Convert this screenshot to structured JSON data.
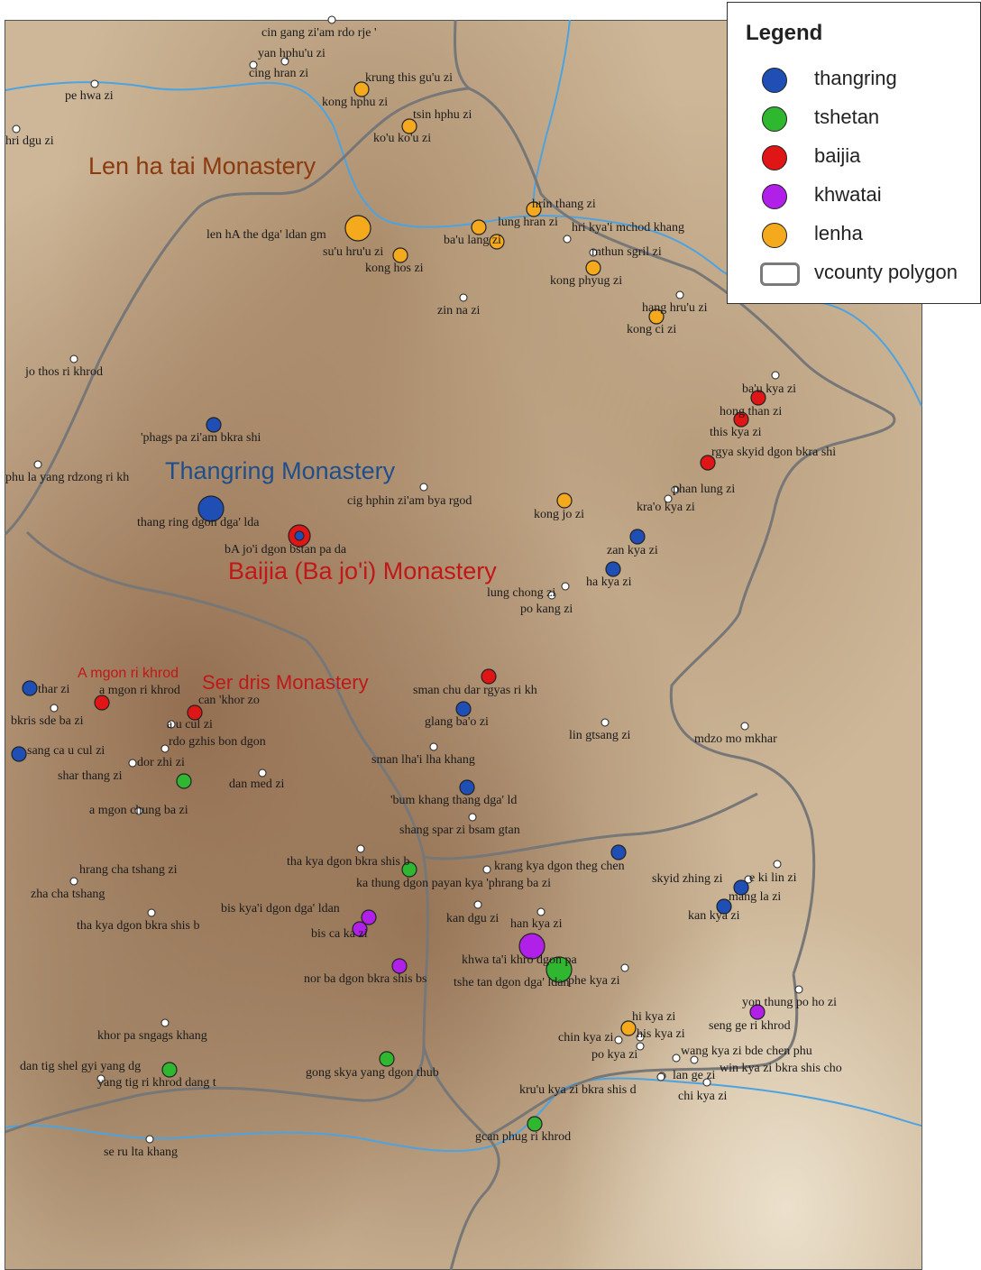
{
  "legend": {
    "title": "Legend",
    "items": [
      {
        "label": "thangring",
        "color": "#1f4fb5"
      },
      {
        "label": "tshetan",
        "color": "#2fb82f"
      },
      {
        "label": "baijia",
        "color": "#e01515"
      },
      {
        "label": "khwatai",
        "color": "#b020e8"
      },
      {
        "label": "lenha",
        "color": "#f5a91c"
      },
      {
        "label": "vcounty polygon",
        "color": "#7a7a7a"
      }
    ]
  },
  "colors": {
    "thangring": "#1f4fb5",
    "tshetan": "#2fb82f",
    "baijia": "#e01515",
    "khwatai": "#b020e8",
    "lenha": "#f5a91c",
    "minor": "#ffffff",
    "river": "#4da3e0",
    "boundary": "#777777",
    "lenha_title": "#8b3a10",
    "thangring_title": "#1f4f8a",
    "baijia_title": "#c01818"
  },
  "monasteries": [
    {
      "label": "Len ha tai Monastery"
    },
    {
      "label": "Thangring Monastery"
    },
    {
      "label": "Baijia (Ba jo'i) Monastery"
    },
    {
      "label": "Ser dris Monastery"
    },
    {
      "label": "A mgon ri khrod"
    }
  ],
  "sites": [
    {
      "label": "cin gang zi'am rdo rje '",
      "group": "minor"
    },
    {
      "label": "yan hphu'u zi",
      "group": "minor"
    },
    {
      "label": "cing hran zi",
      "group": "minor"
    },
    {
      "label": "krung this gu'u zi",
      "group": "lenha"
    },
    {
      "label": "kong hphu zi",
      "group": "lenha"
    },
    {
      "label": "pe hwa zi",
      "group": "minor"
    },
    {
      "label": "tsin hphu zi",
      "group": "lenha"
    },
    {
      "label": "ko'u ko'u zi",
      "group": "lenha"
    },
    {
      "label": "hri dgu zi",
      "group": "minor"
    },
    {
      "label": "hrin thang zi",
      "group": "lenha"
    },
    {
      "label": "lung hran zi",
      "group": "lenha"
    },
    {
      "label": "hri kya'i mchod khang",
      "group": "minor"
    },
    {
      "label": "len hA the dga' ldan gm",
      "group": "lenha"
    },
    {
      "label": "ba'u lang zi",
      "group": "lenha"
    },
    {
      "label": "mthun sgril zi",
      "group": "minor"
    },
    {
      "label": "su'u hru'u zi",
      "group": "lenha"
    },
    {
      "label": "kong hos zi",
      "group": "lenha"
    },
    {
      "label": "kong phyug zi",
      "group": "lenha"
    },
    {
      "label": "zin na zi",
      "group": "minor"
    },
    {
      "label": "hang hru'u zi",
      "group": "minor"
    },
    {
      "label": "kong ci zi",
      "group": "lenha"
    },
    {
      "label": "jo thos ri khrod",
      "group": "minor"
    },
    {
      "label": "ba'u kya zi",
      "group": "minor"
    },
    {
      "label": "hong than zi",
      "group": "baijia"
    },
    {
      "label": "this kya zi",
      "group": "baijia"
    },
    {
      "label": "'phags pa zi'am bkra shi",
      "group": "thangring"
    },
    {
      "label": "rgya skyid dgon bkra shi",
      "group": "baijia"
    },
    {
      "label": "phu la yang rdzong ri kh",
      "group": "minor"
    },
    {
      "label": "cig hphin zi'am bya rgod",
      "group": "minor"
    },
    {
      "label": "phan lung zi",
      "group": "minor"
    },
    {
      "label": "kra'o kya zi",
      "group": "minor"
    },
    {
      "label": "thang ring dgon dga' lda",
      "group": "thangring"
    },
    {
      "label": "kong jo zi",
      "group": "lenha"
    },
    {
      "label": "bA jo'i dgon bstan pa da",
      "group": "baijia"
    },
    {
      "label": "zan kya zi",
      "group": "thangring"
    },
    {
      "label": "ha kya zi",
      "group": "thangring"
    },
    {
      "label": "lung chong zi",
      "group": "minor"
    },
    {
      "label": "po kang zi",
      "group": "minor"
    },
    {
      "label": "thar zi",
      "group": "thangring"
    },
    {
      "label": "a mgon ri khrod",
      "group": "baijia"
    },
    {
      "label": "can 'khor zo",
      "group": "baijia"
    },
    {
      "label": "sman chu dar rgyas ri kh",
      "group": "baijia"
    },
    {
      "label": "bkris sde ba zi",
      "group": "minor"
    },
    {
      "label": "a u cul zi",
      "group": "minor"
    },
    {
      "label": "glang ba'o zi",
      "group": "thangring"
    },
    {
      "label": "rdo gzhis bon dgon",
      "group": "minor"
    },
    {
      "label": "lin gtsang zi",
      "group": "minor"
    },
    {
      "label": "mdzo mo mkhar",
      "group": "minor"
    },
    {
      "label": "sang ca u cul zi",
      "group": "thangring"
    },
    {
      "label": "dor zhi zi",
      "group": "minor"
    },
    {
      "label": "sman lha'i lha khang",
      "group": "minor"
    },
    {
      "label": "shar thang zi",
      "group": "tshetan"
    },
    {
      "label": "dan med zi",
      "group": "minor"
    },
    {
      "label": "'bum khang thang dga' ld",
      "group": "thangring"
    },
    {
      "label": "a mgon chung ba zi",
      "group": "minor"
    },
    {
      "label": "shang spar zi bsam gtan",
      "group": "minor"
    },
    {
      "label": "tha kya dgon bkra shis b",
      "group": "tshetan"
    },
    {
      "label": "krang kya dgon theg chen",
      "group": "thangring"
    },
    {
      "label": "hrang cha tshang zi",
      "group": "minor"
    },
    {
      "label": "ka thung dgon payan kya 'phrang ba zi",
      "group": "minor"
    },
    {
      "label": "skyid zhing zi",
      "group": "minor"
    },
    {
      "label": "e ki lin zi",
      "group": "minor"
    },
    {
      "label": "zha cha tshang",
      "group": "minor"
    },
    {
      "label": "mang la zi",
      "group": "thangring"
    },
    {
      "label": "bis kya'i dgon dga' ldan",
      "group": "khwatai"
    },
    {
      "label": "kan dgu zi",
      "group": "minor"
    },
    {
      "label": "han kya zi",
      "group": "minor"
    },
    {
      "label": "kan kya zi",
      "group": "thangring"
    },
    {
      "label": "tha kya dgon bkra shis b",
      "group": "minor"
    },
    {
      "label": "bis ca ka zi",
      "group": "khwatai"
    },
    {
      "label": "khwa ta'i khro dgon pa",
      "group": "khwatai"
    },
    {
      "label": "nor ba dgon bkra shis bs",
      "group": "khwatai"
    },
    {
      "label": "tshe tan dgon dga' ldan",
      "group": "tshetan"
    },
    {
      "label": "phe kya zi",
      "group": "minor"
    },
    {
      "label": "yon thung po ho zi",
      "group": "minor"
    },
    {
      "label": "hi kya zi",
      "group": "lenha"
    },
    {
      "label": "seng ge ri khrod",
      "group": "khwatai"
    },
    {
      "label": "khor pa sngags khang",
      "group": "minor"
    },
    {
      "label": "chin kya zi",
      "group": "minor"
    },
    {
      "label": "his kya zi",
      "group": "minor"
    },
    {
      "label": "po kya zi",
      "group": "minor"
    },
    {
      "label": "wang kya zi bde chen phu",
      "group": "minor"
    },
    {
      "label": "dan tig shel gyi yang dg",
      "group": "tshetan"
    },
    {
      "label": "gong skya yang dgon thub",
      "group": "tshetan"
    },
    {
      "label": "lan ge zi",
      "group": "minor"
    },
    {
      "label": "win kya zi bkra shis cho",
      "group": "minor"
    },
    {
      "label": "yang tig ri khrod dang t",
      "group": "minor"
    },
    {
      "label": "kru'u kya zi bkra shis d",
      "group": "minor"
    },
    {
      "label": "chi kya zi",
      "group": "minor"
    },
    {
      "label": "gcan phug ri khrod",
      "group": "tshetan"
    },
    {
      "label": "se ru lta khang",
      "group": "minor"
    }
  ]
}
